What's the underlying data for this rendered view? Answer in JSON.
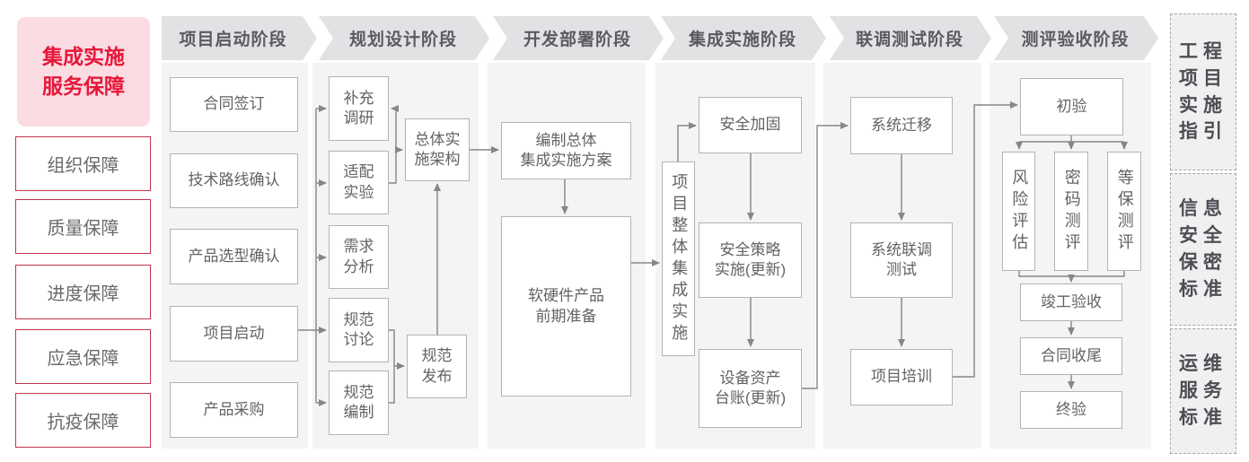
{
  "left_panel": {
    "title": "集成实施\n服务保障",
    "items": [
      {
        "label": "组织保障"
      },
      {
        "label": "质量保障"
      },
      {
        "label": "进度保障"
      },
      {
        "label": "应急保障"
      },
      {
        "label": "抗疫保障"
      }
    ]
  },
  "phases": [
    {
      "label": "项目启动阶段",
      "boxes": [
        {
          "label": "合同签订"
        },
        {
          "label": "技术路线确认"
        },
        {
          "label": "产品选型确认"
        },
        {
          "label": "项目启动"
        },
        {
          "label": "产品采购"
        }
      ]
    },
    {
      "label": "规划设计阶段",
      "boxes": [
        {
          "label": "补充\n调研"
        },
        {
          "label": "适配\n实验"
        },
        {
          "label": "需求\n分析"
        },
        {
          "label": "规范\n讨论"
        },
        {
          "label": "规范\n编制"
        },
        {
          "label": "总体实\n施架构"
        },
        {
          "label": "规范\n发布"
        }
      ]
    },
    {
      "label": "开发部署阶段",
      "boxes": [
        {
          "label": "编制总体\n集成实施方案"
        },
        {
          "label": "软硬件产品\n前期准备"
        }
      ]
    },
    {
      "label": "集成实施阶段",
      "boxes": [
        {
          "label": "项目整体集成实施"
        },
        {
          "label": "安全加固"
        },
        {
          "label": "安全策略\n实施(更新)"
        },
        {
          "label": "设备资产\n台账(更新)"
        }
      ]
    },
    {
      "label": "联调测试阶段",
      "boxes": [
        {
          "label": "系统迁移"
        },
        {
          "label": "系统联调\n测试"
        },
        {
          "label": "项目培训"
        }
      ]
    },
    {
      "label": "测评验收阶段",
      "boxes": [
        {
          "label": "初验"
        },
        {
          "label": "风险评估"
        },
        {
          "label": "密码测评"
        },
        {
          "label": "等保测评"
        },
        {
          "label": "竣工验收"
        },
        {
          "label": "合同收尾"
        },
        {
          "label": "终验"
        }
      ]
    }
  ],
  "right_panel": {
    "items": [
      {
        "label": "工程\n项目\n实施\n指引"
      },
      {
        "label": "信息\n安全\n保密\n标准"
      },
      {
        "label": "运维\n服务\n标准"
      }
    ]
  },
  "colors": {
    "accent_red": "#e6173a",
    "pink_bg": "#fadce2",
    "red_border": "#c23350",
    "column_bg": "#f4f4f5",
    "header_bg": "#e2e2e4",
    "header_text": "#595b60",
    "box_border": "#b3b3b3",
    "box_text": "#636363",
    "connector": "#868686",
    "ref_box_bg": "#f0f0f1",
    "ref_box_border": "#a6a6a6",
    "ref_box_text": "#4b4e54"
  }
}
